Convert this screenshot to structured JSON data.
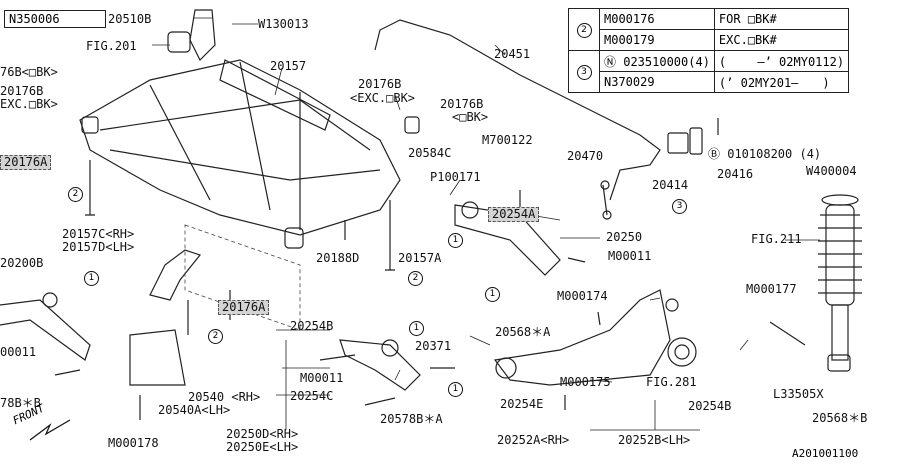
{
  "header_box": "N350006",
  "legend": {
    "rows": [
      {
        "key": "2",
        "part": "M000176",
        "note": "FOR □BK#"
      },
      {
        "key": "",
        "part": "M000179",
        "note": "EXC.□BK#"
      },
      {
        "key": "3",
        "part": "Ⓝ 023510000(4)",
        "note": "(　　 –’ 02MY0112)"
      },
      {
        "key": "",
        "part": "N370029",
        "note": "(’ 02MY201–　　)"
      }
    ]
  },
  "labels": {
    "l20510b": "20510B",
    "lw130013": "W130013",
    "lfig201": "FIG.201",
    "l176b_obk": "76B<□BK>",
    "l176b_exc_a": "20176B",
    "l176b_exc_b": "EXC.□BK>",
    "l176a_left": "20176A",
    "l20157": "20157",
    "l176b_mid_a": "20176B",
    "l176b_mid_b": "<EXC.□BK>",
    "l176b_r_a": "20176B",
    "l176b_r_b": "<□BK>",
    "l20584c": "20584C",
    "l20451": "20451",
    "lm700122": "M700122",
    "l20470": "20470",
    "l010108200": "Ⓑ 010108200 (4)",
    "l20414": "20414",
    "l20416": "20416",
    "lw400004": "W400004",
    "lp100171": "P100171",
    "l20254a": "20254A",
    "l20250": "20250",
    "lm00011_r": "M00011",
    "lfig211": "FIG.211",
    "l157c": "20157C<RH>",
    "l157d": "20157D<LH>",
    "l20200b": "20200B",
    "l20188d": "20188D",
    "l20157a": "20157A",
    "l176a_mid": "20176A",
    "lm000174": "M000174",
    "lm000177": "M000177",
    "l00011_left": "00011",
    "l20254b_top": "20254B",
    "l20371": "20371",
    "l20568a": "20568＊A",
    "lm00011_mid": "M00011",
    "l20254c": "20254C",
    "lm000175": "M000175",
    "lfig281": "FIG.281",
    "l578b_left": "78B＊B",
    "l20540": "20540 <RH>",
    "l20540a": "20540A<LH>",
    "l20578ba": "20578B＊A",
    "l20254e": "20254E",
    "l20254b_r": "20254B",
    "ll33505x": "L33505X",
    "l20568b": "20568＊B",
    "lm000178": "M000178",
    "l20250d": "20250D<RH>",
    "l20250e": "20250E<LH>",
    "l20252a": "20252A<RH>",
    "l20252b": "20252B<LH>",
    "front": "FRONT",
    "figure_id": "A201001100"
  }
}
